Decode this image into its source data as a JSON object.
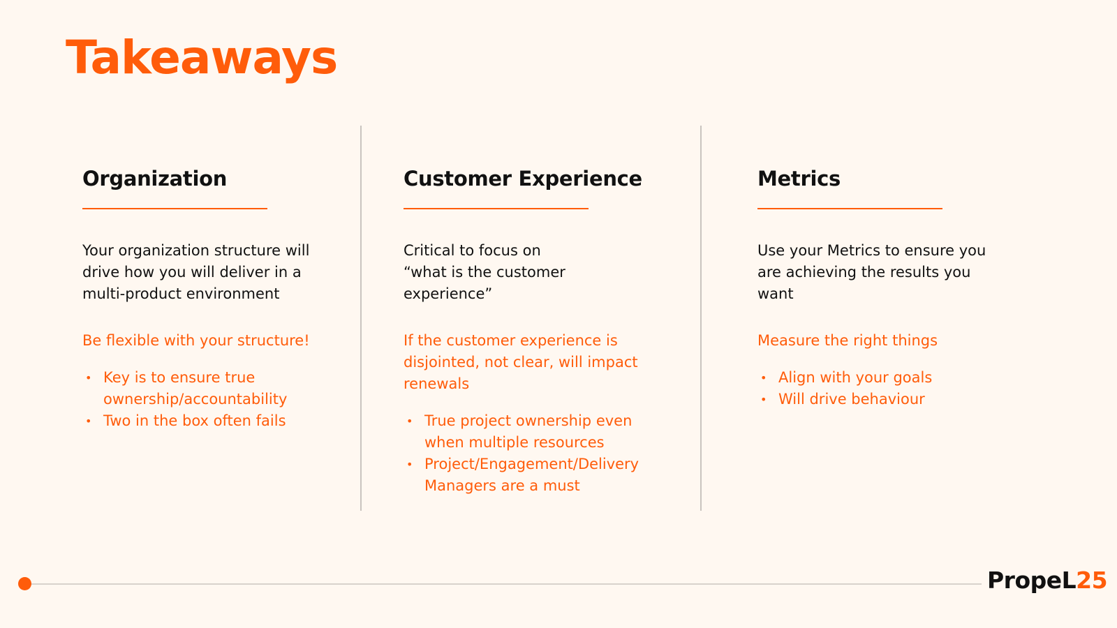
{
  "title": "Takeaways",
  "columns": [
    {
      "heading": "Organization",
      "body": "Your organization structure will\ndrive how you will deliver in a\nmulti-product environment",
      "emphasis": "Be flexible with your structure!",
      "bullets": [
        "Key is to ensure true ownership/accountability",
        "Two in the box often fails"
      ]
    },
    {
      "heading": "Customer Experience",
      "body": "Critical to focus on\n“what is the customer\nexperience”",
      "emphasis": "If the customer experience is\ndisjointed, not clear, will impact\nrenewals",
      "bullets": [
        "True project ownership even when multiple resources",
        "Project/Engagement/Delivery Managers are a must"
      ]
    },
    {
      "heading": "Metrics",
      "body": "Use your Metrics to ensure you\nare achieving the results you\nwant",
      "emphasis": "Measure the right things",
      "bullets": [
        "Align with your goals",
        "Will drive behaviour"
      ]
    }
  ],
  "brand": {
    "name": "PropeL",
    "number": "25"
  },
  "colors": {
    "accent": "#ff5c0a",
    "background": "#fff8f1",
    "text": "#111111"
  },
  "bullet_glyph": "•"
}
